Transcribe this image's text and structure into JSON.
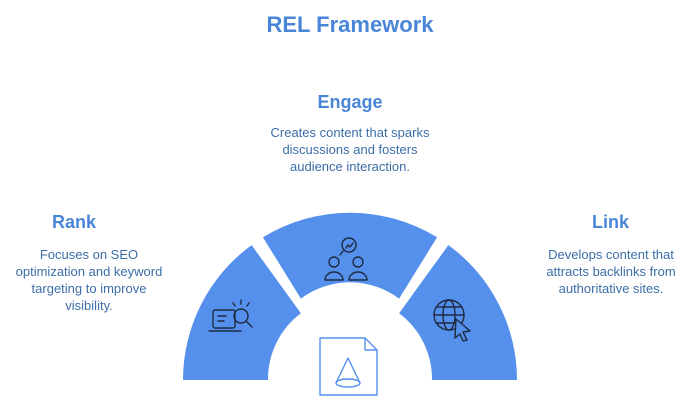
{
  "title": "REL Framework",
  "sections": {
    "rank": {
      "heading": "Rank",
      "description": "Focuses on SEO optimization and keyword targeting to improve visibility.",
      "icon": "search-analytics-icon"
    },
    "engage": {
      "heading": "Engage",
      "description": "Creates content that sparks discussions and fosters audience interaction.",
      "icon": "audience-discussion-icon"
    },
    "link": {
      "heading": "Link",
      "description": "Develops content that attracts backlinks from authoritative sites.",
      "icon": "globe-cursor-icon"
    },
    "center": {
      "icon": "document-cone-icon"
    }
  },
  "colors": {
    "segment": "#5590ec",
    "heading": "#4a86d8",
    "text": "#3c6ea8",
    "icon_stroke": "#1e2b40"
  }
}
